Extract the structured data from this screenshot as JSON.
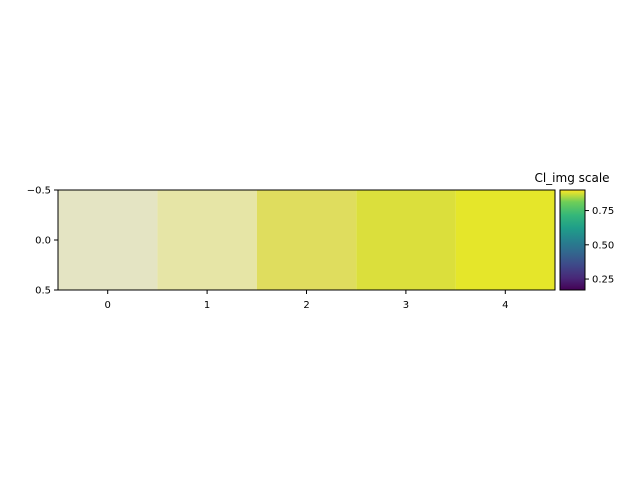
{
  "chart_data": {
    "type": "heatmap",
    "colorbar_title": "Cl_img scale",
    "x_ticks": [
      "0",
      "1",
      "2",
      "3",
      "4"
    ],
    "y_ticks": [
      "−0.5",
      "0.0",
      "0.5"
    ],
    "xlim": [
      -0.5,
      4.5
    ],
    "ylim": [
      0.5,
      -0.5
    ],
    "cells": [
      {
        "x": 0,
        "color": "#e4e4c3"
      },
      {
        "x": 1,
        "color": "#e6e5a6"
      },
      {
        "x": 2,
        "color": "#dfdd5e"
      },
      {
        "x": 3,
        "color": "#dbdf3c"
      },
      {
        "x": 4,
        "color": "#e5e62a"
      }
    ],
    "colorbar": {
      "colormap": "viridis",
      "range": [
        0.17,
        0.9
      ],
      "ticks": [
        "0.25",
        "0.50",
        "0.75"
      ],
      "tick_values": [
        0.25,
        0.5,
        0.75
      ]
    }
  }
}
